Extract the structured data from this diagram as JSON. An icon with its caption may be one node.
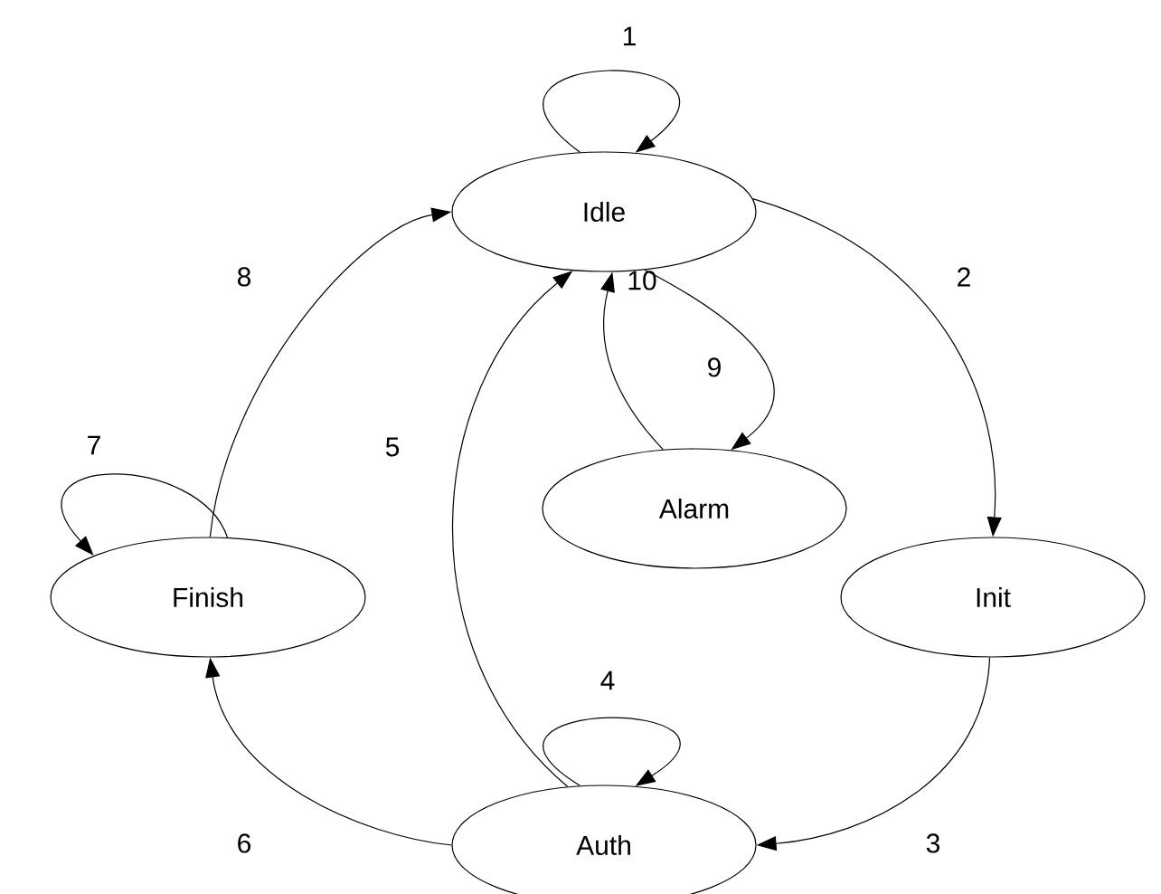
{
  "diagram": {
    "nodes": [
      {
        "text": [
          "Idle"
        ]
      },
      {
        "text": [
          "Alarm"
        ]
      },
      {
        "text": [
          "Finish"
        ]
      },
      {
        "text": [
          "Init"
        ]
      },
      {
        "text": [
          "Auth"
        ]
      }
    ],
    "edges": [
      {
        "from": 0,
        "to": 0,
        "arrow": "to",
        "label": "1"
      },
      {
        "from": 0,
        "to": 3,
        "arrow": "to",
        "label": "2"
      },
      {
        "from": 3,
        "to": 4,
        "arrow": "to",
        "label": "3"
      },
      {
        "from": 4,
        "to": 4,
        "arrow": "to",
        "label": "4"
      },
      {
        "from": 4,
        "to": 0,
        "arrow": "to",
        "label": "5"
      },
      {
        "from": 4,
        "to": 2,
        "arrow": "to",
        "label": "6"
      },
      {
        "from": 2,
        "to": 2,
        "arrow": "to",
        "label": "7"
      },
      {
        "from": 2,
        "to": 0,
        "arrow": "to",
        "label": "8"
      },
      {
        "from": 0,
        "to": 1,
        "arrow": "to",
        "label": "9"
      },
      {
        "from": 1,
        "to": 0,
        "arrow": "to",
        "label": "10"
      }
    ]
  }
}
